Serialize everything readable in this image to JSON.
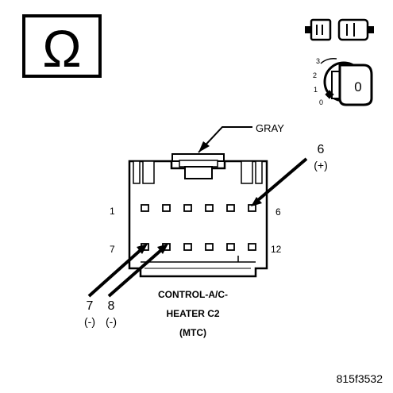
{
  "connector": {
    "color_callout": "GRAY",
    "name_line1": "CONTROL-A/C-",
    "name_line2": "HEATER C2",
    "name_line3": "(MTC)"
  },
  "pin_labels": {
    "top_left": "1",
    "top_right": "6",
    "bottom_left": "7",
    "bottom_right": "12"
  },
  "callouts": {
    "pin6_number": "6",
    "pin6_polarity": "(+)",
    "pin7_number": "7",
    "pin7_polarity": "(-)",
    "pin8_number": "8",
    "pin8_polarity": "(-)"
  },
  "ignition_positions": [
    "3",
    "2",
    "1",
    "0"
  ],
  "ignition_key_label": "0",
  "meter_symbol": "Ω",
  "figure_id": "815f3532",
  "icons": [
    "ohmmeter-icon",
    "disconnect-connector-icon",
    "ignition-off-icon"
  ]
}
